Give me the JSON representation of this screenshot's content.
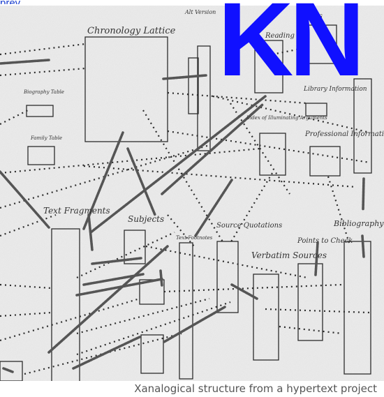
{
  "header_link": "prev",
  "logo_text": "KN",
  "caption": "Xanalogical structure from a hypertext project",
  "diagram_labels": {
    "chronology_lattice": "Chronology Lattice",
    "biography_table": "Biography Table",
    "family_table": "Family Table",
    "text_fragments": "Text Fragments",
    "subjects": "Subjects",
    "text_footnotes": "Text Footnotes",
    "source_quotations": "Source Quotations",
    "verbatim_sources": "Verbatim Sources",
    "points_to_check": "Points to Check",
    "bibliography": "Bibliography",
    "index_of_arguments": "Index of Illuminating Arguments",
    "professional_information": "Professional Information",
    "library_information": "Library Information",
    "alt_version": "Alt Version",
    "cards": "Cards",
    "reading": "Reading"
  },
  "colors": {
    "logo": "#1010ff",
    "caption": "#555555",
    "paper": "#ececec"
  }
}
